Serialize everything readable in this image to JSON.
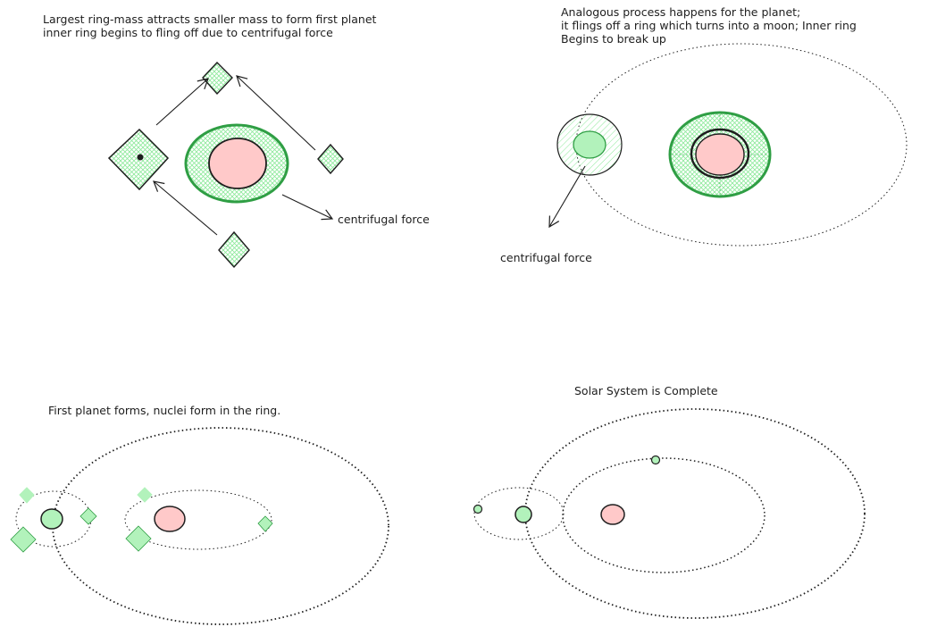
{
  "panels": {
    "top_left": {
      "caption_line1": "Largest ring-mass attracts smaller mass to form first planet",
      "caption_line2": "inner ring begins to fling off due to centrifugal force",
      "force_label": "centrifugal force"
    },
    "top_right": {
      "caption_line1": "Analogous process happens for the planet;",
      "caption_line2": "it flings off a ring which turns into a moon; Inner ring",
      "caption_line3": "Begins to break up",
      "force_label": "centrifugal force"
    },
    "bottom_left": {
      "caption": "First planet forms, nuclei form in the ring."
    },
    "bottom_right": {
      "caption": "Solar System is Complete"
    }
  },
  "colors": {
    "ink": "#1e1e1e",
    "green_fill": "#b2f2bb",
    "green_stroke": "#2f9e44",
    "pink_fill": "#ffc9c9",
    "hatch": "#8ce99a"
  }
}
